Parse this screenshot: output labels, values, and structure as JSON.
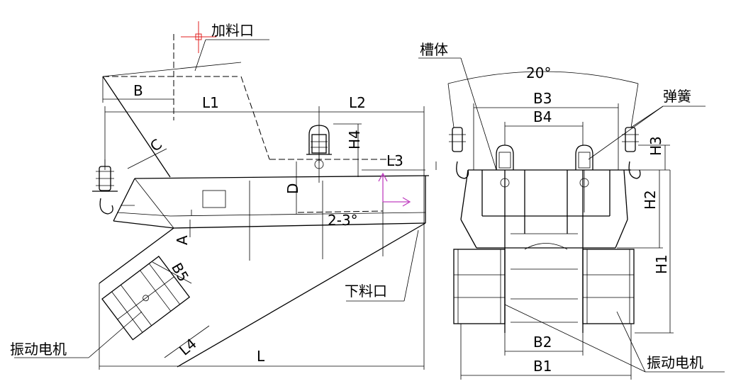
{
  "labels": {
    "feed_inlet": "加料口",
    "discharge_outlet": "下料口",
    "vibration_motor_left": "振动电机",
    "vibration_motor_right": "振动电机",
    "trough_body": "槽体",
    "spring": "弹簧",
    "angle_top": "20°",
    "incline_angle": "2-3°"
  },
  "dimensions": {
    "B": "B",
    "L1": "L1",
    "L2": "L2",
    "L3": "L3",
    "C": "C",
    "H4": "H4",
    "D": "D",
    "A": "A",
    "B5": "B5",
    "L4": "L4",
    "L": "L",
    "B3": "B3",
    "B4": "B4",
    "H3": "H3",
    "H2": "H2",
    "H1": "H1",
    "B2": "B2",
    "B1": "B1"
  },
  "colors": {
    "line": "#000000",
    "ucs_marker": "#c040c0",
    "cursor_marker": "#e02020"
  }
}
